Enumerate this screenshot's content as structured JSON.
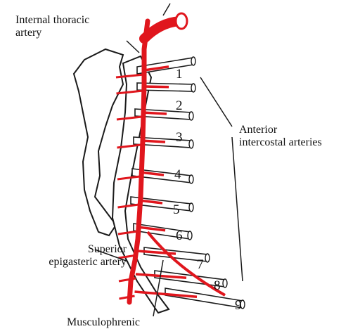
{
  "labels": {
    "internal_thoracic_artery": "Internal thoracic\nartery",
    "anterior_intercostal_arteries": "Anterior\nintercostal arteries",
    "superior_epigastric_artery": "Superior\nepigasteric artery",
    "musculophrenic": "Musculophrenic"
  },
  "rib_numbers": [
    "1",
    "2",
    "3",
    "4",
    "5",
    "6",
    "7",
    "8",
    "9"
  ],
  "colors": {
    "artery": "#e0161d",
    "outline": "#1a1a1a",
    "bone_fill": "#ffffff"
  }
}
